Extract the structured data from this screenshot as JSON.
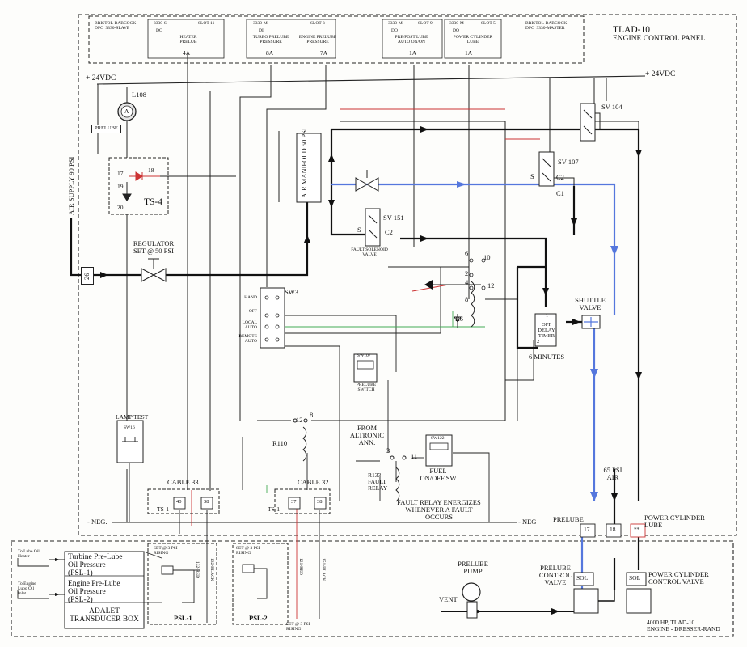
{
  "header": {
    "title_line1": "TLAD-10",
    "title_line2": "ENGINE CONTROL PANEL",
    "slave_label": "BRISTOL-BABCOCK\nDPC  3330-SLAVE",
    "slot11": {
      "module": "3330-S",
      "slot": "SLOT 11",
      "type": "DO",
      "desc": "HEATER\nPRELUB",
      "channel": "4A"
    },
    "slot3": {
      "module": "3330-M",
      "slot": "SLOT 3",
      "type": "DI",
      "ch1_desc": "TURBO PRELUBE\nPRESSURE",
      "ch1": "8A",
      "ch2_desc": "ENGINE PRELUBE\nPRESSURE",
      "ch2": "7A"
    },
    "slot9": {
      "module": "3330-M",
      "slot": "SLOT 9",
      "type": "DO",
      "desc": "PRE/POST LUBE\nAUTO ON/ON",
      "channel": "1A"
    },
    "slot5": {
      "module": "3330-M",
      "slot": "SLOT 5",
      "type": "DO",
      "desc": "POWER CYLINDER\nLUBE",
      "channel": "1A"
    },
    "master_label": "BRISTOL-BABCOCK\nDPC  3330-MASTER"
  },
  "power": {
    "left": "+ 24VDC",
    "right": "+ 24VDC",
    "neg_left": "- NEG.",
    "neg_right": "- NEG"
  },
  "lamp": {
    "id": "L108",
    "letter": "A",
    "label": "PRELUBE"
  },
  "ts4": {
    "name": "TS-4",
    "t17": "17",
    "t18": "18",
    "t19": "19",
    "t20": "20"
  },
  "air_supply": {
    "label": "AIR SUPPLY 90 PSI",
    "terminal": "26"
  },
  "regulator": {
    "label": "REGULATOR\nSET @ 50 PSI"
  },
  "air_manifold": {
    "label": "AIR MANIFOLD\n50 PSI"
  },
  "sv104": {
    "label": "SV 104"
  },
  "sv107": {
    "label": "SV 107",
    "s": "S",
    "c2": "C2",
    "c1": "C1"
  },
  "sv151": {
    "label": "SV 151",
    "s": "S",
    "c2": "C2",
    "desc": "FAULT SOLENOID\nVALVE"
  },
  "sw3": {
    "label": "SW3",
    "positions": [
      "HAND",
      "OFF",
      "LOCAL\nAUTO",
      "REMOTE\nAUTO"
    ]
  },
  "r6": {
    "label": "R6",
    "pins": [
      "6",
      "10",
      "2",
      "4",
      "12",
      "8"
    ]
  },
  "timer": {
    "label": "OFF\nDELAY\nTIMER",
    "time": "6 MINUTES",
    "pin1": "1",
    "pin2": "2"
  },
  "shuttle": {
    "label": "SHUTTLE\nVALVE"
  },
  "prelube_switch": {
    "tag": "SW107",
    "label": "PRELUBE\nSWITCH"
  },
  "lamp_test": {
    "label": "LAMP TEST",
    "tag": "SW16"
  },
  "r110": {
    "label": "R110",
    "p12": "12",
    "p8": "8"
  },
  "altronic": {
    "label": "FROM\nALTRONIC\nANN."
  },
  "r133": {
    "label": "R133\nFAULT\nRELAY",
    "p3": "3",
    "p11": "11"
  },
  "fuel_sw": {
    "tag": "SW122",
    "label": "FUEL\nON/OFF SW"
  },
  "fault_note": "FAULT RELAY ENERGIZES\nWHENEVER A FAULT\nOCCURS",
  "cable33": {
    "label": "CABLE 33",
    "ts": "TS-1",
    "a": "40",
    "b": "38"
  },
  "cable32": {
    "label": "CABLE 32",
    "ts": "TS-1",
    "a": "37",
    "b": "38"
  },
  "air65": {
    "label": "65 PSI\nAIR"
  },
  "bottom_terms": {
    "prelube": "PRELUBE",
    "power": "POWER CYLINDER\nLUBE",
    "t17": "17",
    "t18": "18",
    "tx": "**"
  },
  "adalet": {
    "to_lube_heater": "To Lube Oil\nHeater",
    "to_engine_inlet": "To Engine\nLubo Oil\nInlet",
    "psl1": "Turbine Pre-Lube\nOil Pressure\n(PSL-1)",
    "psl2": "Engine Pre-Lube\nOil Pressure\n(PSL-2)",
    "box": "ADALET\nTRANSDUCER BOX",
    "set1": "SET @ 3 PSI\nRISING",
    "set2": "SET @ 3 PSI\nRISING",
    "set3": "SET @ 3 PSI\nRISING",
    "psl1_tag": "PSL-1",
    "psl2_tag": "PSL-2",
    "w132red": "132-RED",
    "w132blk": "132-BLACK",
    "w121red": "121-RED",
    "w151blk": "151-BLACK"
  },
  "pump": {
    "label": "PRELUBE\nPUMP",
    "vent": "VENT"
  },
  "prelube_valve": {
    "label": "PRELUBE\nCONTROL\nVALVE",
    "sol": "SOL"
  },
  "pc_valve": {
    "label": "POWER CYLINDER\nCONTROL VALVE",
    "sol": "SOL"
  },
  "engine_note": "4000 HP, TLAD-10\nENGINE - DRESSER-RAND",
  "colors": {
    "air_flow": "#111111",
    "blue_flow": "#5577dd",
    "red_wire": "#cc3333",
    "green_wire": "#44aa55",
    "wire": "#222222"
  }
}
